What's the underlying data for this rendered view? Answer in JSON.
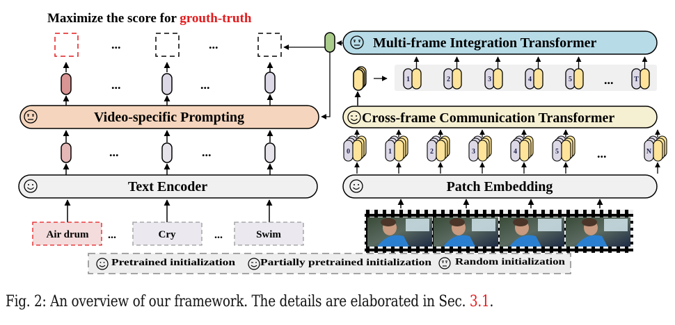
{
  "figure": {
    "heading_prefix": "Maximize the score for ",
    "heading_highlight": "grouth-truth",
    "ellipsis": "...",
    "text_branch": {
      "prompting_block": "Video-specific Prompting",
      "encoder_block": "Text Encoder",
      "class_labels": [
        "Air drum",
        "Cry",
        "Swim"
      ]
    },
    "video_branch": {
      "integration_block": "Multi-frame Integration Transformer",
      "communication_block": "Cross-frame Communication Transformer",
      "embedding_block": "Patch Embedding",
      "frame_tokens": [
        "1",
        "2",
        "3",
        "4",
        "5",
        "T"
      ],
      "patch_tokens": [
        "0",
        "1",
        "2",
        "3",
        "4",
        "5",
        "N"
      ],
      "video_frames": 4
    },
    "legend": {
      "pretrained": "Pretrained initialization",
      "partial": "Partially pretrained initialization",
      "random": "Random initialization"
    },
    "colors": {
      "highlight_red": "#e31a1c",
      "prompting_fill": "#f5d5bd",
      "integration_fill": "#b7dce8",
      "communication_fill": "#f6f0d2",
      "encoder_fill": "#f0f0f0",
      "gt_token_fill": "#d99594",
      "token_fill": "#dcd8e6",
      "gt_embed_fill": "#e4b8b6",
      "embed_fill": "#e6e4ea",
      "video_token_fill": "#fde49a",
      "cls_token_fill": "#a9cc8a",
      "label_gt_fill": "#f4dcdc",
      "label_fill": "#ebe9ef"
    }
  },
  "caption": {
    "prefix": "Fig. 2: An overview of our framework. The details are elaborated in Sec. ",
    "ref": "3.1",
    "suffix": "."
  }
}
